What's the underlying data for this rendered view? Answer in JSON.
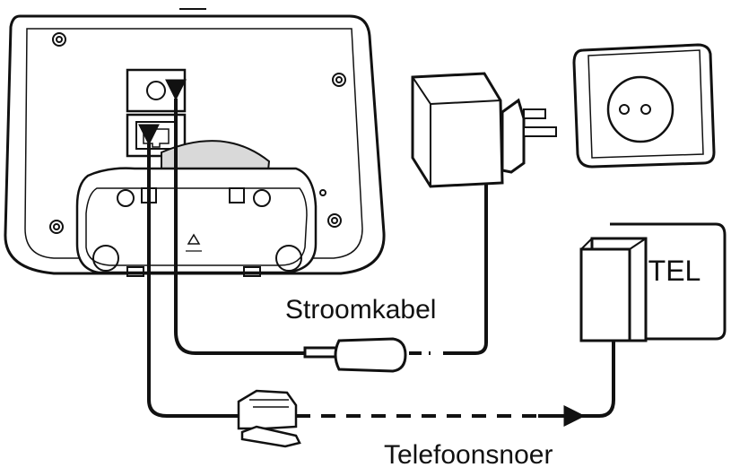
{
  "labels": {
    "power_cable": "Stroomkabel",
    "phone_cord": "Telefoonsnoer",
    "wall_jack": "TEL"
  },
  "colors": {
    "line": "#111111",
    "background": "#ffffff",
    "fill": "#ffffff",
    "shade": "#d9d9d9"
  }
}
